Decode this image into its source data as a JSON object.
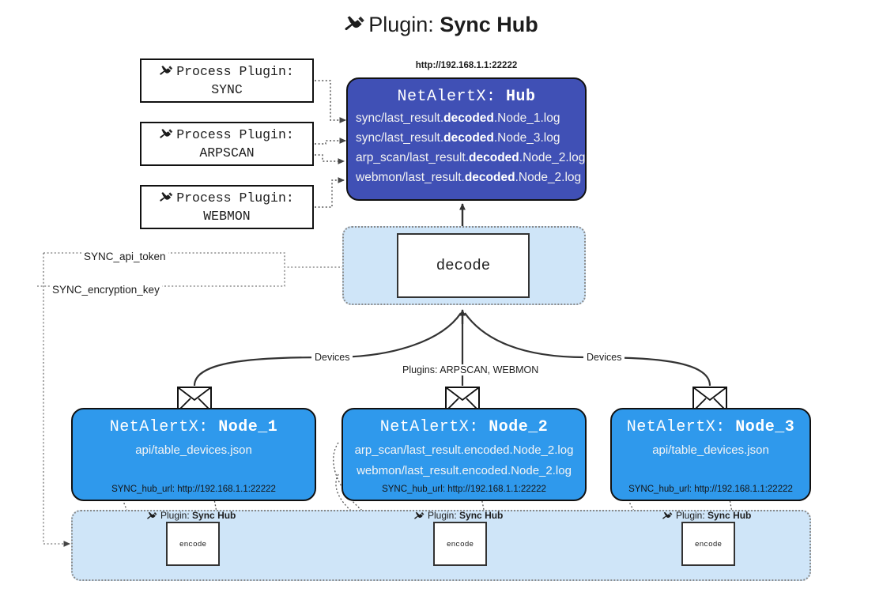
{
  "title": {
    "icon": "plug-icon",
    "prefix": "Plugin:",
    "name": "Sync Hub"
  },
  "hub": {
    "url": "http://192.168.1.1:22222",
    "label_prefix": "NetAlertX:",
    "label_name": "Hub",
    "lines": [
      {
        "pre": "sync/last_result.",
        "mid": "decoded",
        "post": ".Node_1.log"
      },
      {
        "pre": "sync/last_result.",
        "mid": "decoded",
        "post": ".Node_3.log"
      },
      {
        "pre": "arp_scan/last_result.",
        "mid": "decoded",
        "post": ".Node_2.log"
      },
      {
        "pre": "webmon/last_result.",
        "mid": "decoded",
        "post": ".Node_2.log"
      }
    ],
    "fill": "#4050b5"
  },
  "process_plugins": [
    {
      "icon": "plug-icon",
      "line1": "Process Plugin:",
      "line2": "SYNC"
    },
    {
      "icon": "plug-icon",
      "line1": "Process Plugin:",
      "line2": "ARPSCAN"
    },
    {
      "icon": "plug-icon",
      "line1": "Process Plugin:",
      "line2": "WEBMON"
    }
  ],
  "decode": {
    "label": "decode",
    "container_fill": "#cfe5f8"
  },
  "keys": {
    "api_token": "SYNC_api_token",
    "encryption_key": "SYNC_encryption_key"
  },
  "edge_labels": {
    "devices_left": "Devices",
    "devices_right": "Devices",
    "plugins_mid": "Plugins: ARPSCAN, WEBMON"
  },
  "nodes": [
    {
      "icon": "envelope-icon",
      "label_prefix": "NetAlertX:",
      "label_name": "Node_1",
      "lines": [
        "api/table_devices.json"
      ],
      "hub_url": "SYNC_hub_url: http://192.168.1.1:22222",
      "fill": "#2f99ec"
    },
    {
      "icon": "envelope-icon",
      "label_prefix": "NetAlertX:",
      "label_name": "Node_2",
      "lines": [
        "arp_scan/last_result.encoded.Node_2.log",
        "webmon/last_result.encoded.Node_2.log"
      ],
      "hub_url": "SYNC_hub_url: http://192.168.1.1:22222",
      "fill": "#2f99ec"
    },
    {
      "icon": "envelope-icon",
      "label_prefix": "NetAlertX:",
      "label_name": "Node_3",
      "lines": [
        "api/table_devices.json"
      ],
      "hub_url": "SYNC_hub_url: http://192.168.1.1:22222",
      "fill": "#2f99ec"
    }
  ],
  "encoders": [
    {
      "icon": "plug-icon",
      "prefix": "Plugin:",
      "name": "Sync Hub",
      "box_label": "encode"
    },
    {
      "icon": "plug-icon",
      "prefix": "Plugin:",
      "name": "Sync Hub",
      "box_label": "encode"
    },
    {
      "icon": "plug-icon",
      "prefix": "Plugin:",
      "name": "Sync Hub",
      "box_label": "encode"
    }
  ]
}
